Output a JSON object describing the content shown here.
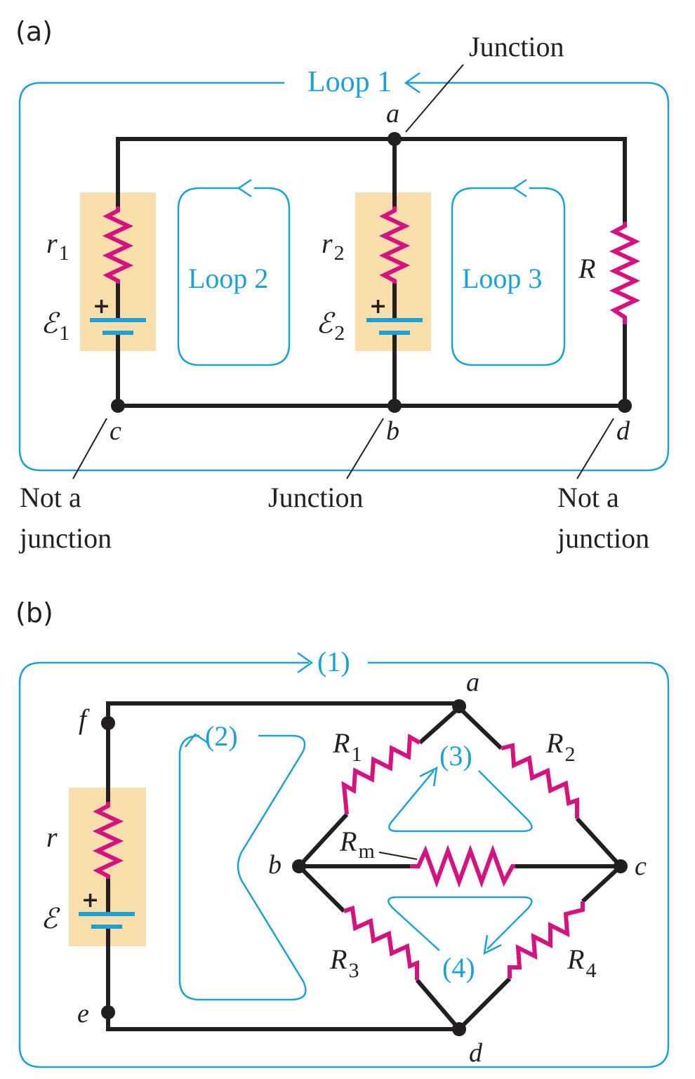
{
  "panel_a": {
    "label": "(a)",
    "loop1": "Loop 1",
    "loop2": "Loop 2",
    "loop3": "Loop 3",
    "nodes": {
      "a": "a",
      "b": "b",
      "c": "c",
      "d": "d"
    },
    "r1": {
      "sym": "r",
      "sub": "1"
    },
    "r2": {
      "sym": "r",
      "sub": "2"
    },
    "e1": {
      "sym": "ℰ",
      "sub": "1"
    },
    "e2": {
      "sym": "ℰ",
      "sub": "2"
    },
    "R": "R",
    "plus": "+",
    "junction_top": "Junction",
    "junction_bottom": "Junction",
    "not_junction_left": [
      "Not a",
      "junction"
    ],
    "not_junction_right": [
      "Not a",
      "junction"
    ]
  },
  "panel_b": {
    "label": "(b)",
    "loops": [
      "(1)",
      "(2)",
      "(3)",
      "(4)"
    ],
    "nodes": {
      "a": "a",
      "b": "b",
      "c": "c",
      "d": "d",
      "e": "e",
      "f": "f"
    },
    "r": "r",
    "emf": "ℰ",
    "plus": "+",
    "R1": {
      "sym": "R",
      "sub": "1"
    },
    "R2": {
      "sym": "R",
      "sub": "2"
    },
    "R3": {
      "sym": "R",
      "sub": "3"
    },
    "R4": {
      "sym": "R",
      "sub": "4"
    },
    "Rm": {
      "sym": "R",
      "sub": "m"
    }
  },
  "colors": {
    "wire": "#231f20",
    "resistor": "#d6127e",
    "loop": "#1ba1d8",
    "battery_background": "#f7deaa"
  }
}
